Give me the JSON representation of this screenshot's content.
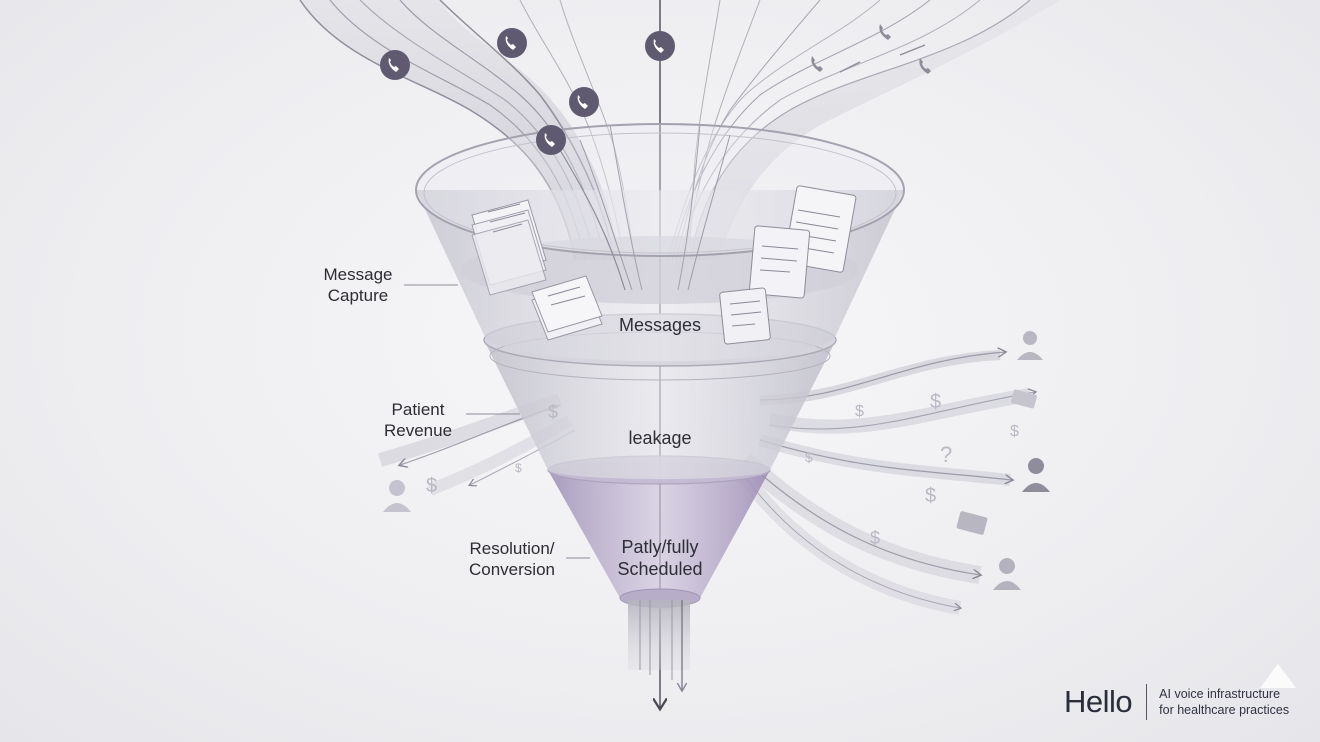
{
  "stage_labels": {
    "capture": [
      "Message",
      "Capture"
    ],
    "revenue": [
      "Patient",
      "Revenue"
    ],
    "resolution": [
      "Resolution/",
      "Conversion"
    ]
  },
  "funnel_text": {
    "top": "Messages",
    "middle": "leakage",
    "bottom": [
      "Patly/fully",
      "Scheduled"
    ]
  },
  "brand": {
    "name": "Hello",
    "tagline": [
      "AI voice infrastructure",
      "for healthcare practices"
    ]
  },
  "icons": {
    "incoming": "phone-icon",
    "documents": "document-stack-icon",
    "people": "person-icon",
    "money": "dollar-icon"
  },
  "colors": {
    "funnel": "#c9c8d2",
    "bottom_section": "#a99cc0",
    "icon_circle": "#5f5a70",
    "text": "#2c2c33"
  }
}
